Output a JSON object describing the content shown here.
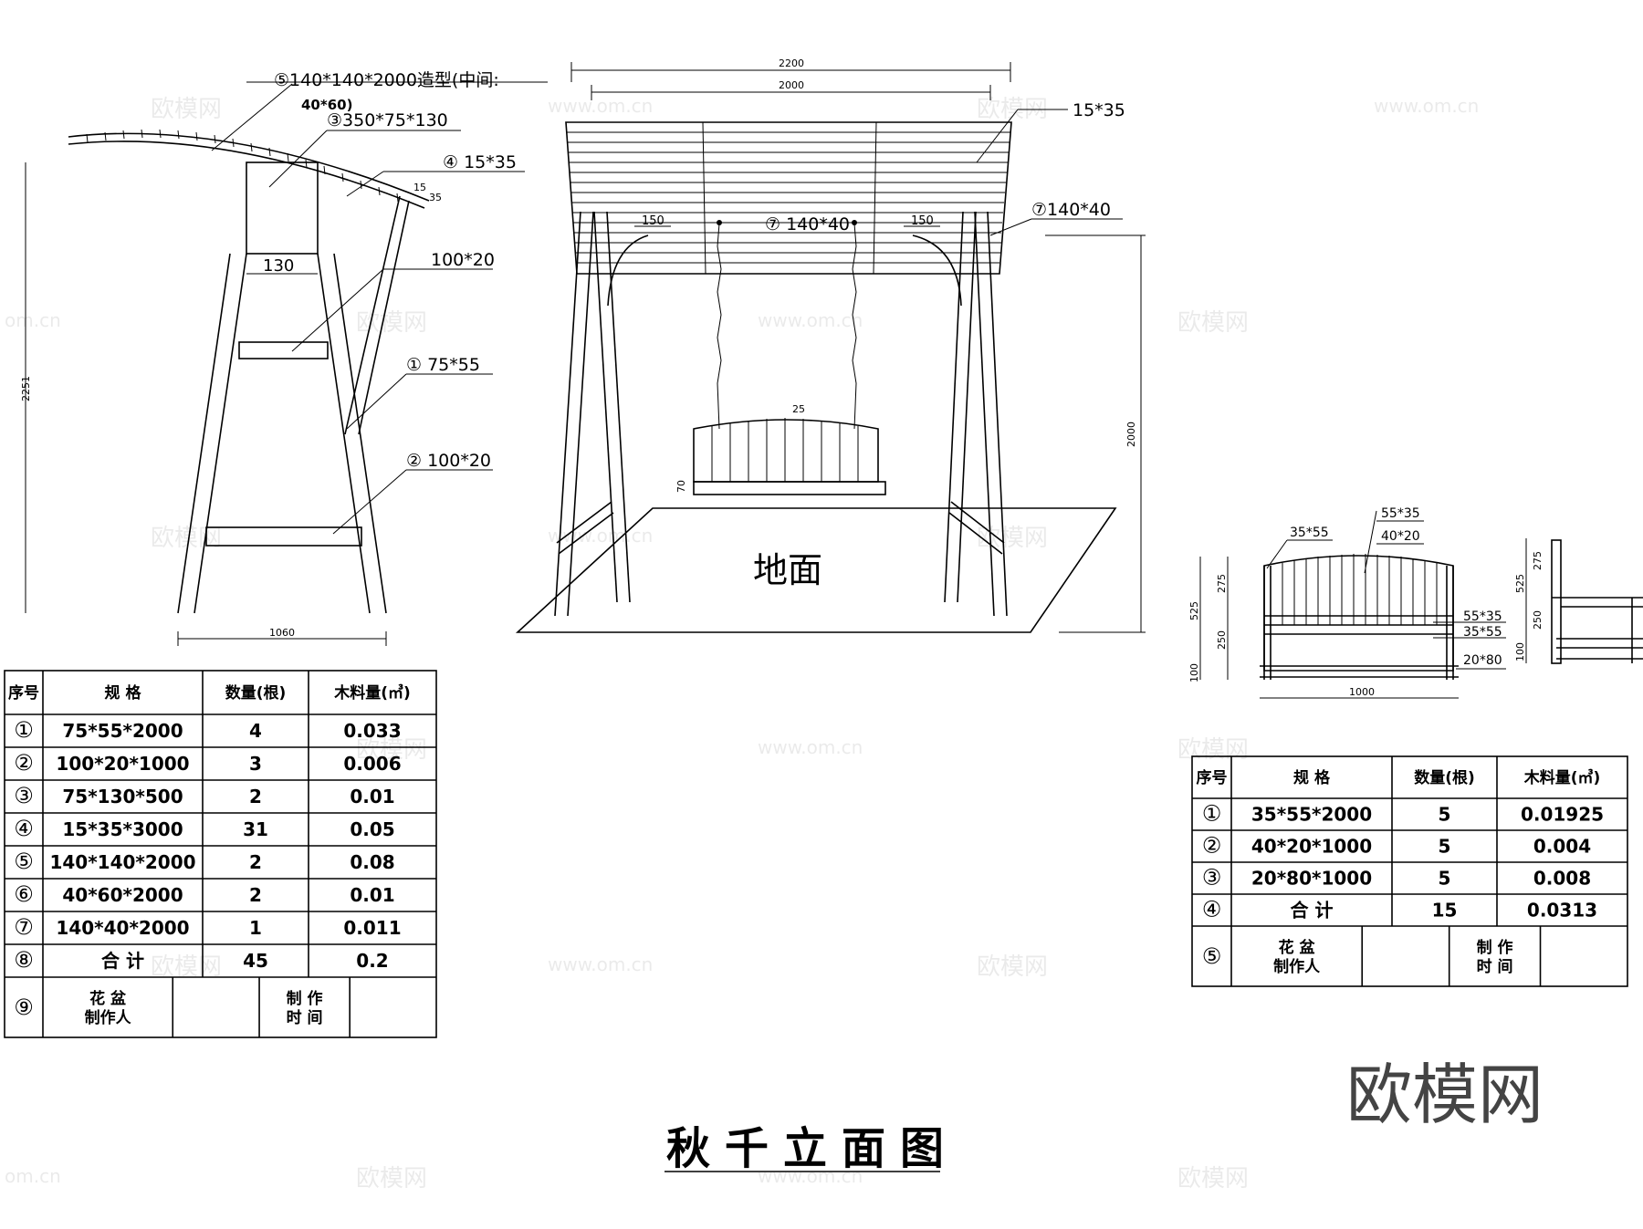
{
  "title": "秋千立面图",
  "ground_label": "地面",
  "watermark": {
    "brand": "欧模网",
    "url": "www.om.cn",
    "url_short": "om.cn"
  },
  "side_view": {
    "labels": {
      "l5a": "⑤140*140*2000造型(中间:",
      "l5b": "40*60)",
      "l3": "③350*75*130",
      "l4": "④ 15*35",
      "d130": "130",
      "l100a": "100*20",
      "l1": "① 75*55",
      "l2": "② 100*20",
      "d15": "15",
      "d35": "35"
    },
    "dims": {
      "height": "2251",
      "width": "1060"
    }
  },
  "front_view": {
    "labels": {
      "l15x35": "15*35",
      "l7a": "⑦140*40",
      "l7b": "⑦ 140*40",
      "d150a": "150",
      "d150b": "150",
      "d25": "25",
      "d70": "70"
    },
    "dims": {
      "w2200": "2200",
      "w2000": "2000",
      "h2000": "2000"
    }
  },
  "seat_view": {
    "labels": {
      "l3555": "35*55",
      "l5535a": "55*35",
      "l4020": "40*20",
      "l5535b": "55*35",
      "l3555b": "35*55",
      "l2080": "20*80"
    },
    "dims": {
      "d525a": "525",
      "d275a": "275",
      "d250a": "250",
      "d100a": "100",
      "d1000": "1000",
      "d525b": "525",
      "d275b": "275",
      "d250b": "250",
      "d100b": "100"
    }
  },
  "table1": {
    "headers": [
      "序号",
      "规 格",
      "数量(根)",
      "木料量(㎥)"
    ],
    "rows": [
      {
        "no": "①",
        "spec": "75*55*2000",
        "qty": "4",
        "vol": "0.033"
      },
      {
        "no": "②",
        "spec": "100*20*1000",
        "qty": "3",
        "vol": "0.006"
      },
      {
        "no": "③",
        "spec": "75*130*500",
        "qty": "2",
        "vol": "0.01"
      },
      {
        "no": "④",
        "spec": "15*35*3000",
        "qty": "31",
        "vol": "0.05"
      },
      {
        "no": "⑤",
        "spec": "140*140*2000",
        "qty": "2",
        "vol": "0.08"
      },
      {
        "no": "⑥",
        "spec": "40*60*2000",
        "qty": "2",
        "vol": "0.01"
      },
      {
        "no": "⑦",
        "spec": "140*40*2000",
        "qty": "1",
        "vol": "0.011"
      },
      {
        "no": "⑧",
        "spec": "合 计",
        "qty": "45",
        "vol": "0.2"
      }
    ],
    "footer": {
      "no": "⑨",
      "a1": "花 盆",
      "a2": "制作人",
      "b1": "制 作",
      "b2": "时 间"
    }
  },
  "table2": {
    "headers": [
      "序号",
      "规 格",
      "数量(根)",
      "木料量(㎥)"
    ],
    "rows": [
      {
        "no": "①",
        "spec": "35*55*2000",
        "qty": "5",
        "vol": "0.01925"
      },
      {
        "no": "②",
        "spec": "40*20*1000",
        "qty": "5",
        "vol": "0.004"
      },
      {
        "no": "③",
        "spec": "20*80*1000",
        "qty": "5",
        "vol": "0.008"
      },
      {
        "no": "④",
        "spec": "合 计",
        "qty": "15",
        "vol": "0.0313"
      }
    ],
    "footer": {
      "no": "⑤",
      "a1": "花 盆",
      "a2": "制作人",
      "b1": "制 作",
      "b2": "时 间"
    }
  }
}
